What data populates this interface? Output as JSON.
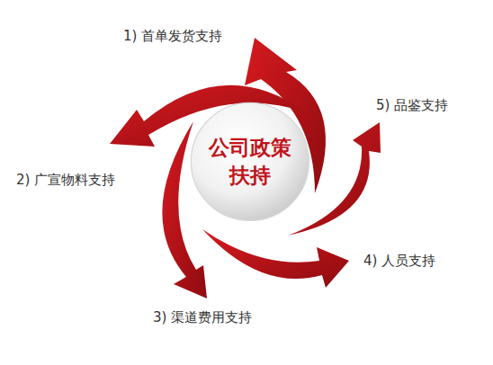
{
  "diagram": {
    "nodes": [
      {
        "text": [
          "公司政策 扶持"
        ]
      }
    ],
    "labels": [
      "1) 首单发货支持",
      "5) 品鉴支持",
      "2) 广宣物料支持",
      "4) 人员支持",
      "3) 渠道费用支持"
    ]
  }
}
